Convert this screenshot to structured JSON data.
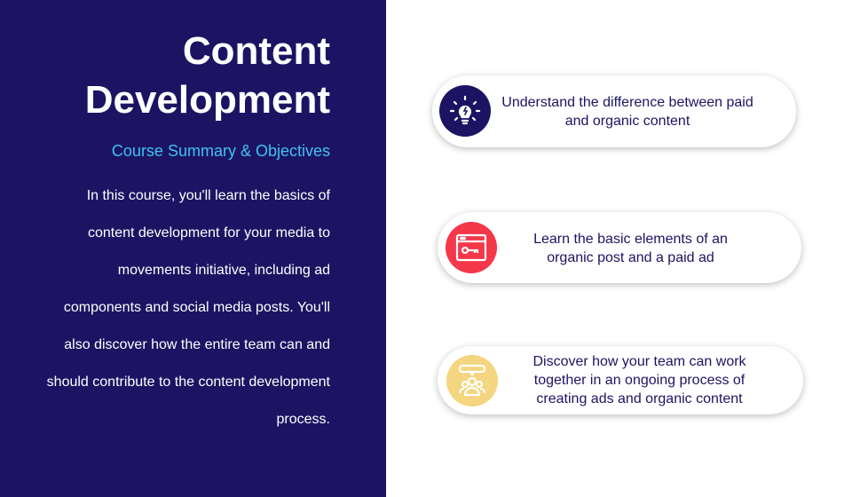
{
  "left_panel": {
    "title_line1": "Content",
    "title_line2": "Development",
    "subtitle": "Course Summary & Objectives",
    "description": "In this course, you'll learn the basics of content development for your media to movements initiative, including ad components and social media posts. You'll also discover how the entire team can and should contribute to the content development process."
  },
  "objectives": [
    {
      "icon": "lightbulb-icon",
      "color": "#1c1462",
      "text": "Understand the difference between paid and organic content"
    },
    {
      "icon": "browser-key-icon",
      "color": "#f5374a",
      "text": "Learn the basic elements of an organic post and a paid ad"
    },
    {
      "icon": "team-chat-icon",
      "color": "#f3d67f",
      "text": "Discover how your team can work together in an ongoing process of creating ads and organic content"
    }
  ]
}
